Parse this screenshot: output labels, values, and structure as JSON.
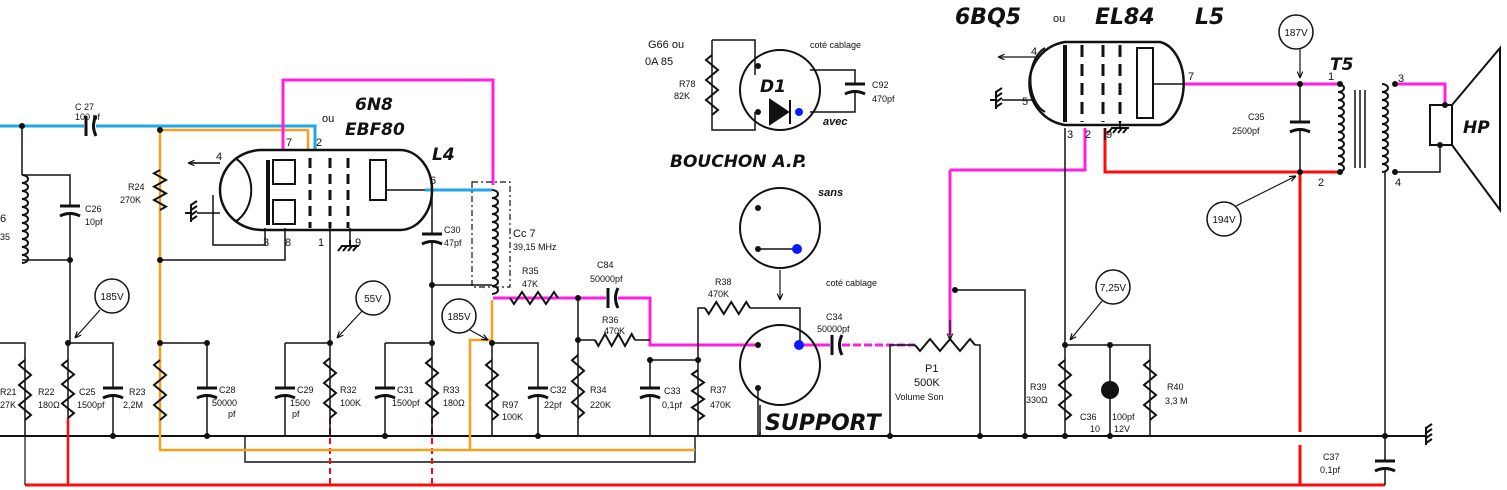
{
  "colors": {
    "wire": "#111111",
    "blue": "#1fa7e6",
    "orange": "#f7a01b",
    "magenta": "#ff1fe0",
    "red": "#ff0a0a",
    "dot": "#0a1aff"
  },
  "tube_l4": {
    "name": "6N8",
    "ou": "ou",
    "alt": "EBF80",
    "ref": "L4",
    "pins": [
      "7",
      "2",
      "4",
      "6",
      "3",
      "8",
      "1",
      "9"
    ]
  },
  "tube_l5": {
    "name": "6BQ5",
    "ou": "ou",
    "alt": "EL84",
    "ref": "L5",
    "pins": [
      "4",
      "5",
      "7",
      "3",
      "2",
      "9"
    ]
  },
  "transformer": {
    "ref": "T5",
    "pins": [
      "1",
      "3",
      "2",
      "4"
    ]
  },
  "speaker": {
    "ref": "HP"
  },
  "coil": {
    "ref": "6",
    "value": "35"
  },
  "bouchon": {
    "title": "BOUCHON A.P.",
    "diode": "D1",
    "diode_type_1": "G66 ou",
    "diode_type_2": "0A 85",
    "cote_cablage_1": "coté cablage",
    "avec": "avec",
    "sans": "sans",
    "cote_cablage_2": "coté cablage",
    "support": "SUPPORT"
  },
  "filter": {
    "ref": "Cc 7",
    "freq": "39,15 MHz"
  },
  "components": {
    "C27": [
      "C 27",
      "100 pf"
    ],
    "C26": [
      "C26",
      "10pf"
    ],
    "R24": [
      "R24",
      "270K"
    ],
    "R21": [
      "R21",
      "27K"
    ],
    "R22": [
      "R22",
      "180Ω"
    ],
    "C25": [
      "C25",
      "1500pf"
    ],
    "R23": [
      "R23",
      "2,2M"
    ],
    "C28": [
      "C28",
      "50000",
      "pf"
    ],
    "C29": [
      "C29",
      "1500",
      "pf"
    ],
    "R32": [
      "R32",
      "100K"
    ],
    "C31": [
      "C31",
      "1500pf"
    ],
    "R33": [
      "R33",
      "180Ω"
    ],
    "C30": [
      "C30",
      "47pf"
    ],
    "R97": [
      "R97",
      "100K"
    ],
    "C32": [
      "C32",
      "22pf"
    ],
    "R35": [
      "R35",
      "47K"
    ],
    "C84": [
      "C84",
      "50000pf"
    ],
    "R36": [
      "R36",
      "470K"
    ],
    "R34": [
      "R34",
      "220K"
    ],
    "C33": [
      "C33",
      "0,1pf"
    ],
    "R37": [
      "R37",
      "470K"
    ],
    "R38": [
      "R38",
      "470K"
    ],
    "R78": [
      "R78",
      "82K"
    ],
    "C92": [
      "C92",
      "470pf"
    ],
    "C34": [
      "C34",
      "50000pf"
    ],
    "P1": [
      "P1",
      "500K",
      "Volume Son"
    ],
    "C35": [
      "C35",
      "2500pf"
    ],
    "R39": [
      "R39",
      "330Ω"
    ],
    "C36": [
      "C36",
      "10",
      "100pf",
      "12V"
    ],
    "R40": [
      "R40",
      "3,3 M"
    ],
    "C37": [
      "C37",
      "0,1pf"
    ]
  },
  "voltages": [
    "185V",
    "55V",
    "185V",
    "187V",
    "194V",
    "7,25V"
  ]
}
